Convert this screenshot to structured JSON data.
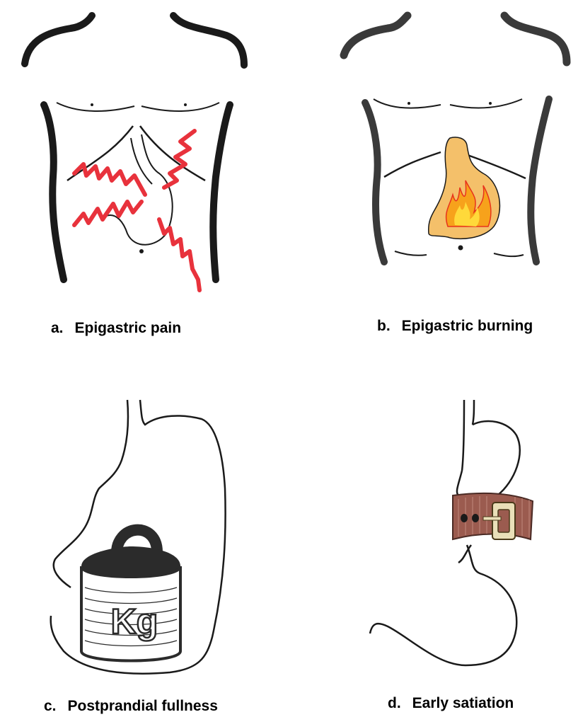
{
  "panels": [
    {
      "id": "a",
      "letter": "a.",
      "label": "Epigastric pain"
    },
    {
      "id": "b",
      "letter": "b.",
      "label": "Epigastric burning"
    },
    {
      "id": "c",
      "letter": "c.",
      "label": "Postprandial fullness",
      "weight_text": "Kg"
    },
    {
      "id": "d",
      "letter": "d.",
      "label": "Early satiation"
    }
  ],
  "colors": {
    "outline": "#1a1a1a",
    "pain": "#e8323c",
    "stomach_fill": "#f4c06a",
    "flame_outer": "#f7a21b",
    "flame_inner": "#ffd93a",
    "weight": "#2b2b2b",
    "belt": "#9b5b4f",
    "buckle": "#e9dfb8"
  }
}
